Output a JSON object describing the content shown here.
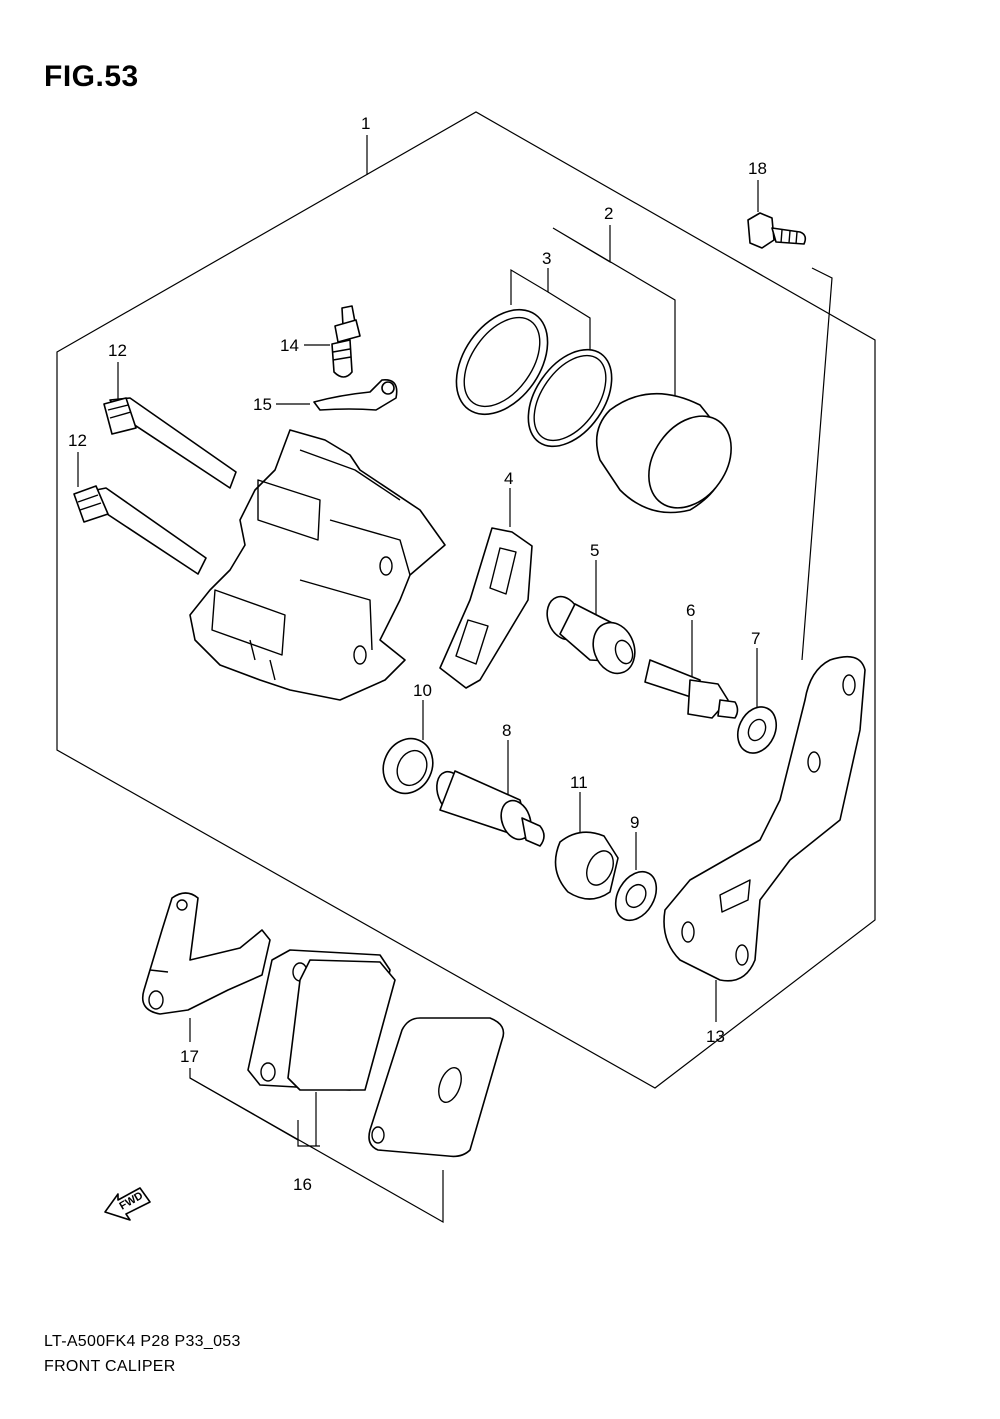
{
  "figure": {
    "title": "FIG.53",
    "model_code": "LT-A500FK4 P28 P33_053",
    "name": "FRONT CALIPER"
  },
  "callouts": [
    "1",
    "2",
    "3",
    "4",
    "5",
    "6",
    "7",
    "8",
    "9",
    "10",
    "11",
    "12",
    "12",
    "13",
    "14",
    "15",
    "16",
    "17",
    "18"
  ],
  "fwd_label": "FWD"
}
